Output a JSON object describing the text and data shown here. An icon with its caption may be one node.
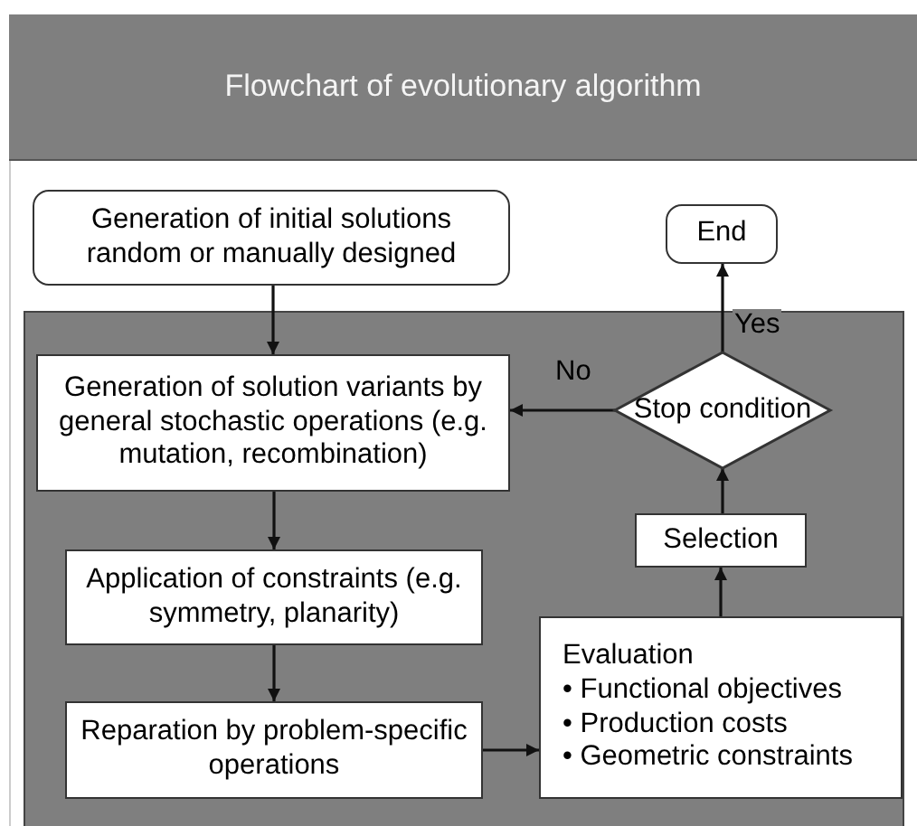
{
  "diagram": {
    "title": "Flowchart of evolutionary algorithm",
    "nodes": [
      {
        "text": [
          "Generation of initial solutions random or manually designed"
        ]
      },
      {
        "text": [
          "End"
        ]
      },
      {
        "text": [
          "Generation of solution variants by general stochastic operations (e.g. mutation, recombination)"
        ]
      },
      {
        "text": [
          "Stop condition"
        ]
      },
      {
        "text": [
          "Application of constraints (e.g. symmetry, planarity)"
        ]
      },
      {
        "text": [
          "Selection"
        ]
      },
      {
        "text": [
          "Reparation by problem-specific operations"
        ]
      },
      {
        "text": [
          "Evaluation",
          "• Functional objectives",
          "• Production costs",
          "• Geometric constraints"
        ]
      }
    ],
    "edges": [
      {
        "from": 0,
        "to": 2,
        "arrow": "to"
      },
      {
        "from": 3,
        "to": 1,
        "arrow": "to",
        "label": "Yes"
      },
      {
        "from": 3,
        "to": 2,
        "arrow": "to",
        "label": "No"
      },
      {
        "from": 2,
        "to": 4,
        "arrow": "to"
      },
      {
        "from": 5,
        "to": 3,
        "arrow": "to"
      },
      {
        "from": 4,
        "to": 6,
        "arrow": "to"
      },
      {
        "from": 7,
        "to": 5,
        "arrow": "to"
      },
      {
        "from": 6,
        "to": 7,
        "arrow": "to"
      }
    ]
  }
}
